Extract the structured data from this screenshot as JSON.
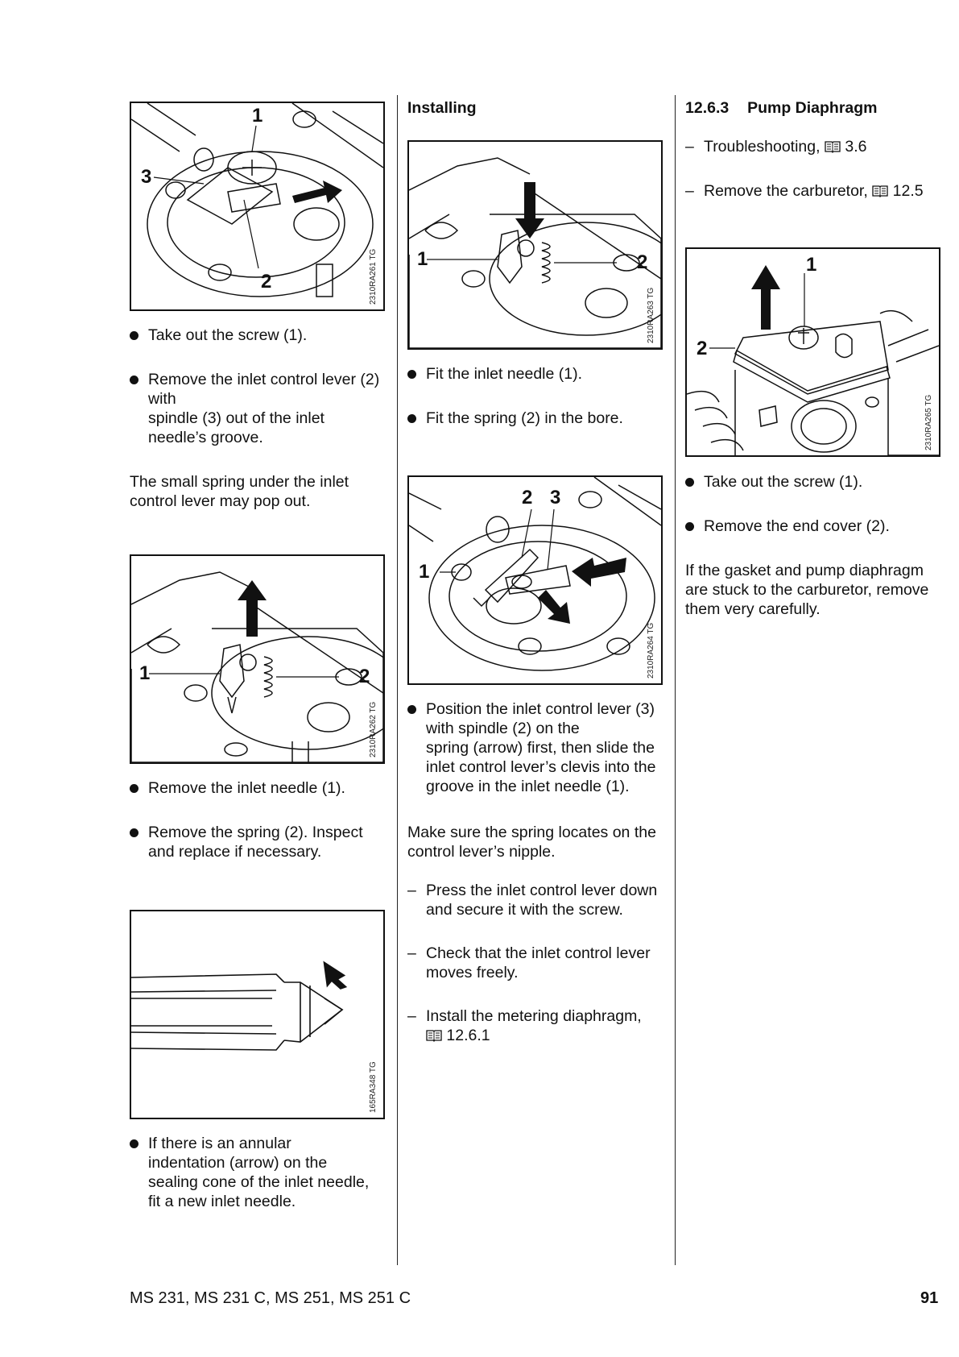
{
  "column1": {
    "fig1": {
      "code": "2310RA261 TG",
      "callouts": [
        "1",
        "3",
        "2"
      ]
    },
    "step1": "Take out the screw (1).",
    "step2": "Remove the inlet control lever (2) with",
    "step2b": "spindle (3) out of the inlet",
    "step2c": "needle’s groove.",
    "note1a": "The small spring under the inlet",
    "note1b": "control lever may pop out.",
    "fig2": {
      "code": "2310RA262 TG",
      "callouts": [
        "1",
        "2"
      ]
    },
    "step3": "Remove the inlet needle (1).",
    "step4a": "Remove the spring (2). Inspect",
    "step4b": "and replace if necessary.",
    "fig3": {
      "code": "165RA348 TG"
    },
    "step5a": "If there is an annular",
    "step5b": "indentation (arrow) on the",
    "step5c": "sealing cone of the inlet needle,",
    "step5d": "fit a new inlet needle."
  },
  "column2": {
    "heading": "Installing",
    "fig1": {
      "code": "2310RA263 TG",
      "callouts": [
        "1",
        "2"
      ]
    },
    "step1": "Fit the inlet needle (1).",
    "step2": "Fit the spring (2) in the bore.",
    "fig2": {
      "code": "2310RA264 TG",
      "callouts": [
        "2",
        "3",
        "1"
      ]
    },
    "step3a": "Position the inlet control lever (3)",
    "step3b": "with spindle (2) on the",
    "step3c": "spring (arrow) first, then slide the",
    "step3d": "inlet control lever’s clevis into the",
    "step3e": "groove in the inlet needle (1).",
    "note1a": "Make sure the spring locates on the",
    "note1b": "control lever’s nipple.",
    "dash1a": "Press the inlet control lever down",
    "dash1b": "and secure it with the screw.",
    "dash2a": "Check that the inlet control lever",
    "dash2b": "moves freely.",
    "dash3a": "Install the metering diaphragm,",
    "dash3b": "12.6.1"
  },
  "column3": {
    "heading_num": "12.6.3",
    "heading_title": "Pump Diaphragm",
    "dash1_text": "Troubleshooting,",
    "dash1_ref": "3.6",
    "dash2_text": "Remove the carburetor,",
    "dash2_ref": "12.5",
    "fig1": {
      "code": "2310RA265 TG",
      "callouts": [
        "1",
        "2"
      ]
    },
    "step1": "Take out the screw (1).",
    "step2": "Remove the end cover (2).",
    "note1a": "If the gasket and pump diaphragm",
    "note1b": "are stuck to the carburetor, remove",
    "note1c": "them very carefully."
  },
  "footer": {
    "models": "MS 231, MS 231 C, MS 251, MS 251 C",
    "page_number": "91"
  },
  "symbols": {
    "bullet": "●",
    "dash": "–"
  }
}
